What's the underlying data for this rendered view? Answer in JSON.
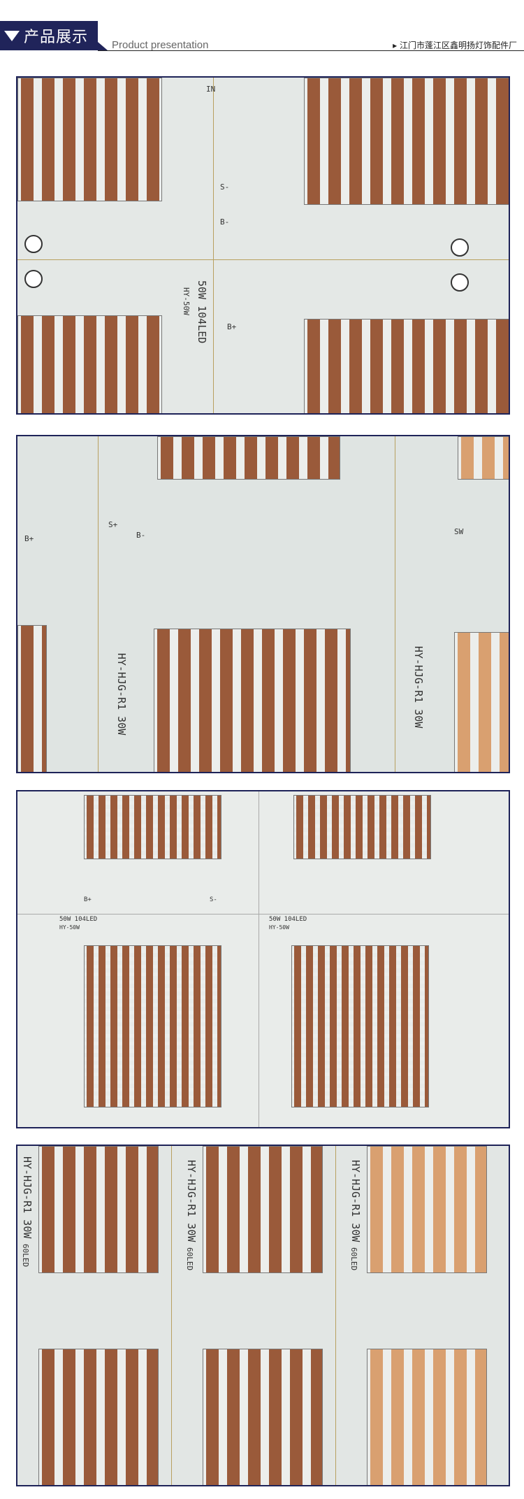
{
  "header": {
    "title": "产品展示",
    "subtitle": "Product presentation",
    "company": "江门市蓬江区鑫明扬灯饰配件厂",
    "icon": "triangle-down-icon",
    "accent": "#20245a"
  },
  "photos": [
    {
      "labels": [
        "50W 104LED",
        "HY-50W",
        "S-",
        "B-",
        "B+",
        "IN"
      ]
    },
    {
      "labels": [
        "HY-HJG-R1 30W",
        "HY-HJG-R1 30W",
        "S+",
        "B-",
        "B+",
        "SW"
      ]
    },
    {
      "labels": [
        "50W 104LED",
        "HY-50W",
        "50W 104LED",
        "HY-50W",
        "B+",
        "S-"
      ]
    },
    {
      "labels": [
        "HY-HJG-R1 30W",
        "60LED",
        "HY-HJG-R1 30W",
        "60LED",
        "HY-HJG-R1 30W",
        "60LED"
      ]
    }
  ]
}
